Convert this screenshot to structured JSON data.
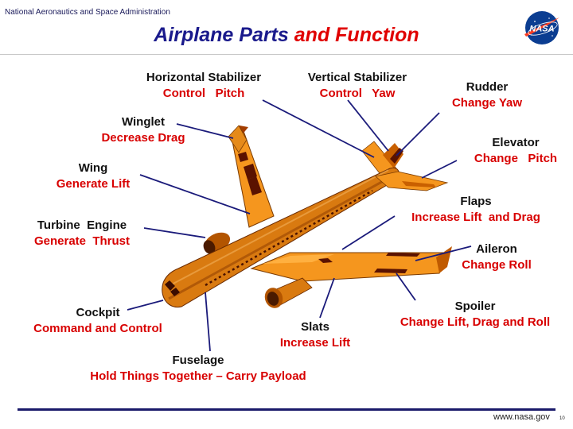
{
  "header": {
    "agency": "National Aeronautics and Space Administration",
    "title_part1": "Airplane Parts",
    "title_part2": "and Function",
    "logo_text": "NASA"
  },
  "footer": {
    "url": "www.nasa.gov",
    "page_number": "10"
  },
  "colors": {
    "title_blue": "#1a1a8c",
    "function_red": "#d80000",
    "airframe_orange": "#f5961e"
  },
  "labels": [
    {
      "id": "horizontal-stabilizer",
      "name": "Horizontal Stabilizer",
      "function": "Control   Pitch"
    },
    {
      "id": "vertical-stabilizer",
      "name": "Vertical Stabilizer",
      "function": "Control   Yaw"
    },
    {
      "id": "rudder",
      "name": "Rudder",
      "function": "Change Yaw"
    },
    {
      "id": "winglet",
      "name": "Winglet",
      "function": "Decrease Drag"
    },
    {
      "id": "elevator",
      "name": "Elevator",
      "function": "Change   Pitch"
    },
    {
      "id": "wing",
      "name": "Wing",
      "function": "Generate Lift"
    },
    {
      "id": "flaps",
      "name": "Flaps",
      "function": "Increase Lift  and Drag"
    },
    {
      "id": "turbine-engine",
      "name": "Turbine  Engine",
      "function": "Generate  Thrust"
    },
    {
      "id": "aileron",
      "name": "Aileron",
      "function": "Change Roll"
    },
    {
      "id": "spoiler",
      "name": "Spoiler",
      "function": "Change Lift, Drag and Roll"
    },
    {
      "id": "cockpit",
      "name": "Cockpit",
      "function": "Command and Control"
    },
    {
      "id": "slats",
      "name": "Slats",
      "function": "Increase Lift"
    },
    {
      "id": "fuselage",
      "name": "Fuselage",
      "function": "Hold Things Together – Carry Payload"
    }
  ]
}
